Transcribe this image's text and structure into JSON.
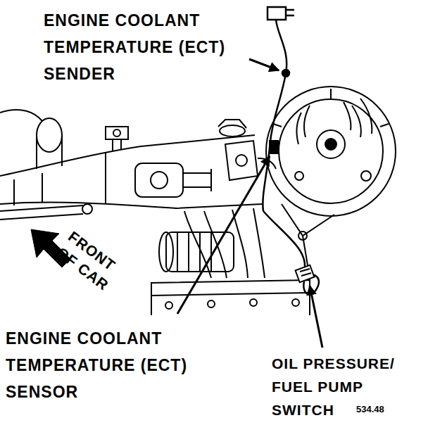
{
  "diagram": {
    "labels": [
      "ENGINE COOLANT TEMPERATURE (ECT) SENDER",
      "FRONT OF CAR",
      "ENGINE COOLANT TEMPERATURE (ECT) SENSOR",
      "OIL PRESSURE/ FUEL PUMP SWITCH",
      "534.48"
    ]
  }
}
